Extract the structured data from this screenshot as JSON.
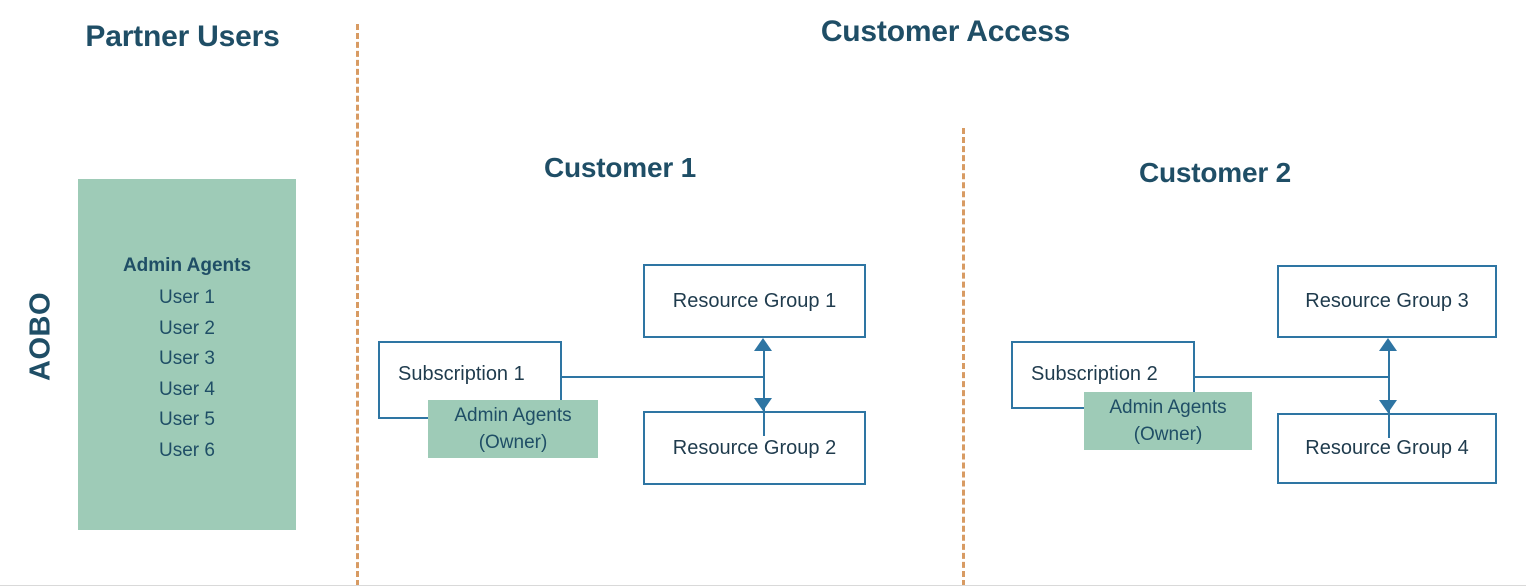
{
  "headings": {
    "partner_users": "Partner Users",
    "customer_access": "Customer Access",
    "customer_1": "Customer 1",
    "customer_2": "Customer 2"
  },
  "side_label": "AOBO",
  "partner_panel": {
    "title": "Admin Agents",
    "users": [
      "User 1",
      "User 2",
      "User 3",
      "User 4",
      "User 5",
      "User 6"
    ]
  },
  "customer_1": {
    "subscription": "Subscription 1",
    "owner_tag": {
      "line1": "Admin Agents",
      "line2": "(Owner)"
    },
    "resource_groups": [
      "Resource Group 1",
      "Resource Group 2"
    ]
  },
  "customer_2": {
    "subscription": "Subscription 2",
    "owner_tag": {
      "line1": "Admin Agents",
      "line2": "(Owner)"
    },
    "resource_groups": [
      "Resource Group 3",
      "Resource Group 4"
    ]
  },
  "colors": {
    "heading_blue": "#1F4E66",
    "box_border_blue": "#2E75A3",
    "green_fill": "#9ECBB7",
    "divider_orange": "#D89B63",
    "body_text": "#1F3B4D",
    "background": "#FFFFFF"
  }
}
